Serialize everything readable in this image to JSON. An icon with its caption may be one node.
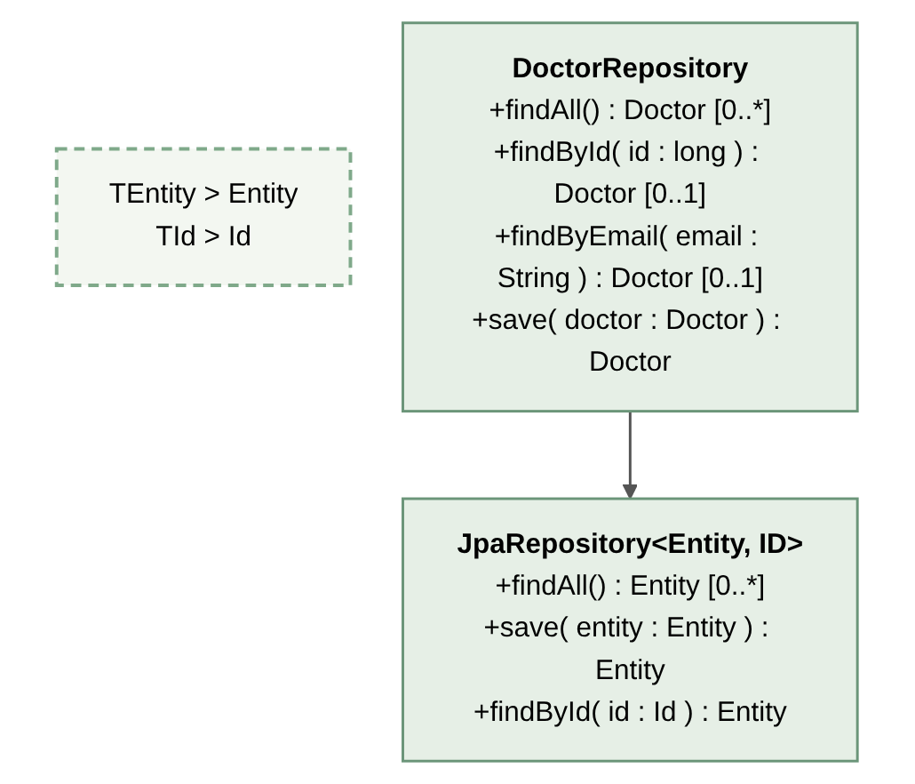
{
  "diagram": {
    "nodes": [
      {
        "text": [
          "TEntity > Entity",
          "TId > Id"
        ]
      },
      {
        "text": [
          "JpaRepository<Entity, ID>",
          "+findAll() : Entity [0..*]",
          "+save( entity : Entity ) : Entity",
          "+findById( id : Id ) : Entity"
        ]
      },
      {
        "text": [
          "DoctorRepository",
          "+findAll() : Doctor [0..*]",
          "+findById( id : long ) : Doctor [0..1]",
          "+findByEmail( email : String ) : Doctor [0..1]",
          "+save( doctor : Doctor ) : Doctor"
        ]
      }
    ],
    "edges": [
      {
        "from": 2,
        "to": 1,
        "arrow": "to"
      }
    ]
  }
}
